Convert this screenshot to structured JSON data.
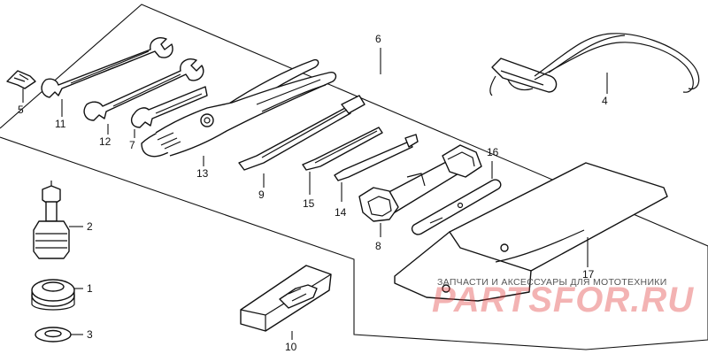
{
  "diagram": {
    "callouts": {
      "p1": "1",
      "p2": "2",
      "p3": "3",
      "p4": "4",
      "p5": "5",
      "p6": "6",
      "p7": "7",
      "p8": "8",
      "p9": "9",
      "p10": "10",
      "p11": "11",
      "p12": "12",
      "p13": "13",
      "p14": "14",
      "p15": "15",
      "p16": "16",
      "p17": "17"
    }
  },
  "watermark": {
    "tagline": "ЗАПЧАСТИ И АКСЕССУАРЫ ДЛЯ МОТОТЕХНИКИ",
    "brand": "PARTSFOR.RU",
    "color": "#e23a3a"
  }
}
